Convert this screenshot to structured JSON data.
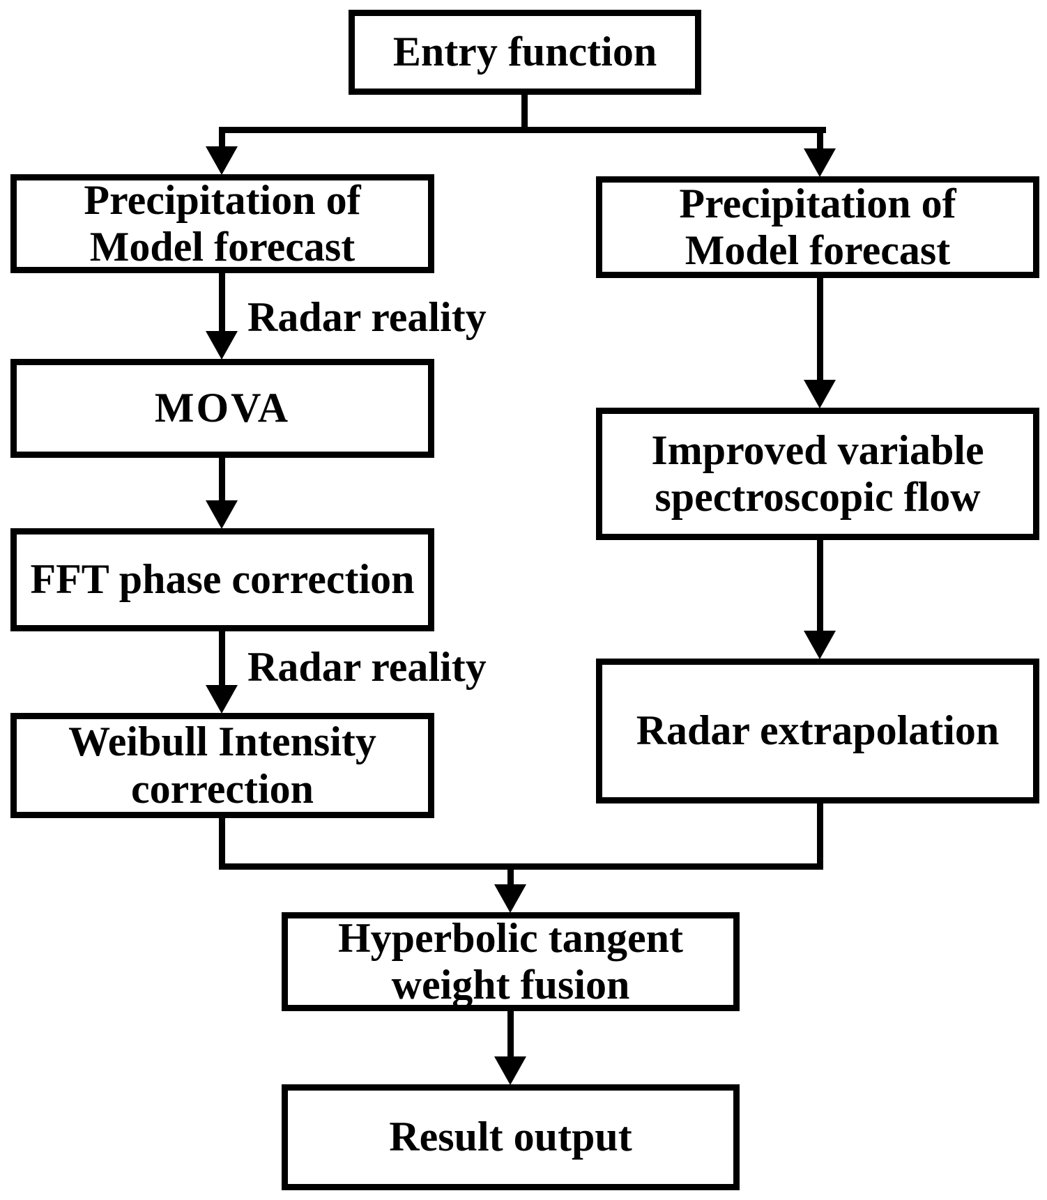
{
  "flowchart": {
    "nodes": {
      "entry": {
        "lines": [
          "Entry function"
        ]
      },
      "precip_left": {
        "lines": [
          "Precipitation of",
          "Model forecast"
        ]
      },
      "precip_right": {
        "lines": [
          "Precipitation of",
          "Model forecast"
        ]
      },
      "mova": {
        "lines": [
          "MOVA"
        ]
      },
      "fft": {
        "lines": [
          "FFT phase correction"
        ]
      },
      "weibull": {
        "lines": [
          "Weibull Intensity",
          "correction"
        ]
      },
      "improved": {
        "lines": [
          "Improved variable",
          "spectroscopic flow"
        ]
      },
      "radar_extrapolation": {
        "lines": [
          "Radar extrapolation"
        ]
      },
      "hyperbolic": {
        "lines": [
          "Hyperbolic tangent",
          "weight fusion"
        ]
      },
      "result": {
        "lines": [
          "Result output"
        ]
      }
    },
    "edge_labels": {
      "radar_reality_1": "Radar reality",
      "radar_reality_2": "Radar reality"
    },
    "edges": [
      {
        "from": "entry",
        "to": "precip_left"
      },
      {
        "from": "entry",
        "to": "precip_right"
      },
      {
        "from": "precip_left",
        "to": "mova",
        "label": "Radar reality"
      },
      {
        "from": "mova",
        "to": "fft"
      },
      {
        "from": "fft",
        "to": "weibull",
        "label": "Radar reality"
      },
      {
        "from": "precip_right",
        "to": "improved"
      },
      {
        "from": "improved",
        "to": "radar_extrapolation"
      },
      {
        "from": "weibull",
        "to": "hyperbolic"
      },
      {
        "from": "radar_extrapolation",
        "to": "hyperbolic"
      },
      {
        "from": "hyperbolic",
        "to": "result"
      }
    ],
    "colors": {
      "stroke": "#000000",
      "fill": "#ffffff",
      "text": "#000000",
      "background": "#ffffff"
    }
  }
}
